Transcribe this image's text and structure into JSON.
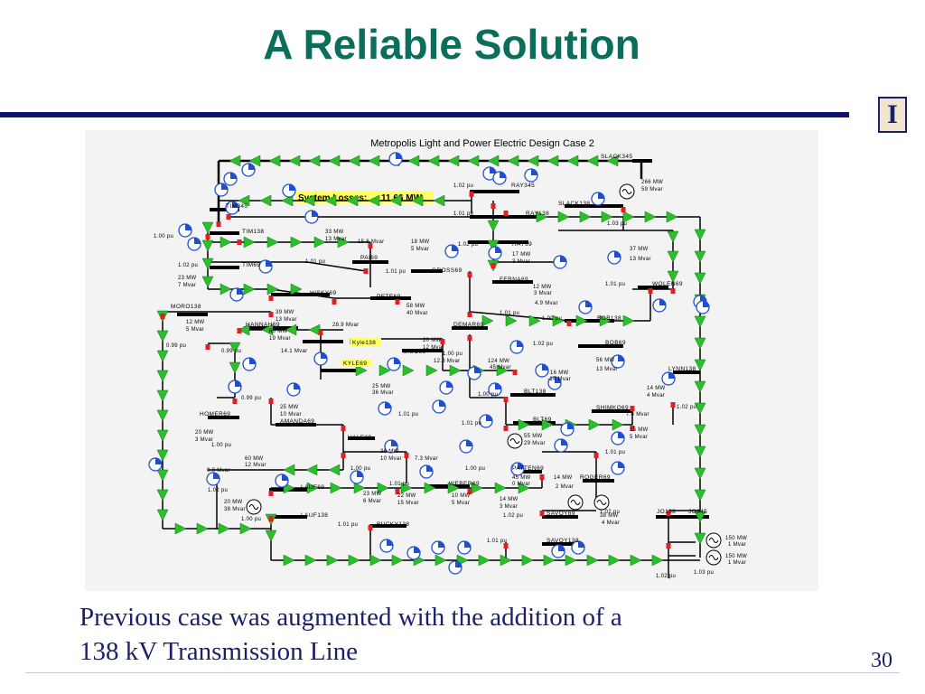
{
  "slide": {
    "title": "A Reliable Solution",
    "caption_line1": "Previous case was augmented with the addition of a",
    "caption_line2": "138 kV Transmission Line",
    "page_number": "30",
    "logo_icon": "university-logo-icon"
  },
  "diagram": {
    "case_title": "Metropolis Light and Power Electric Design Case 2",
    "system_losses_label": "System Losses:",
    "system_losses_value": "11.66 MW",
    "colors": {
      "line": "#000000",
      "arrow": "#2bbf2b",
      "bus_marker": "#e02020",
      "gauge": "#1f4fd0",
      "highlight": "#ffff66",
      "panel": "#f3f3f3"
    },
    "buses": [
      "SLACK345",
      "RAY345",
      "SLACK138",
      "RAY138",
      "TIM345",
      "TIM138",
      "TIM69",
      "RAY69",
      "PAI69",
      "GROSS69",
      "FERNA69",
      "WOLEN69",
      "HISKY69",
      "PETE69",
      "MORO138",
      "BOB138",
      "HANNAH69",
      "DEMAR69",
      "Kyle138",
      "UIUC69",
      "BOB69",
      "KYLE69",
      "LYNN138",
      "BLT138",
      "SHIMKO69",
      "HOMER69",
      "AMANDA69",
      "BLT69",
      "HALE69",
      "PATTEN69",
      "ROGER69",
      "LAUF69",
      "WEBER69",
      "LAUF138",
      "SAVOY69",
      "BUCKY138",
      "JO138",
      "JO345",
      "SAVOY138"
    ],
    "labels": [
      "266 MW",
      "59 Mvar",
      "1.02 pu",
      "1.01 pu",
      "1.03 pu",
      "1.00 pu",
      "33 MW",
      "13 Mvar",
      "15.8 Mvar",
      "18 MW",
      "5 Mvar",
      "1.02 pu",
      "37 MW",
      "13 Mvar",
      "1.01 pu",
      "17 MW",
      "3 Mvar",
      "1.01 pu",
      "1.02 pu",
      "23 MW",
      "7 Mvar",
      "12 MW",
      "3 Mvar",
      "1.01 pu",
      "4.9 Mvar",
      "58 MW",
      "40 Mvar",
      "1.01 pu",
      "39 MW",
      "13 Mvar",
      "1.00 pu",
      "12 MW",
      "5 Mvar",
      "28.9 Mvar",
      "60 MW",
      "19 Mvar",
      "0.99 pu",
      "0.99 pu",
      "14.1 Mvar",
      "20 MW",
      "12 Mvar",
      "1.00 pu",
      "12.8 Mvar",
      "1.02 pu",
      "124 MW",
      "45 Mvar",
      "56 MW",
      "13 Mvar",
      "16 MW",
      "-14 Mvar",
      "25 MW",
      "36 Mvar",
      "1.00 pu",
      "14 MW",
      "4 Mvar",
      "0.99 pu",
      "25 MW",
      "10 Mvar",
      "1.01 pu",
      "7.4 Mvar",
      "1.02 pu",
      "1.01 pu",
      "15 MW",
      "5 Mvar",
      "20 MW",
      "3 Mvar",
      "55 MW",
      "29 Mvar",
      "1.00 pu",
      "36 MW",
      "10 Mvar",
      "7.3 Mvar",
      "1.01 pu",
      "60 MW",
      "12 Mvar",
      "0.0 Mvar",
      "1.00 pu",
      "1.00 pu",
      "45 MW",
      "0 Mvar",
      "14 MW",
      "2 Mvar",
      "1.01 pu",
      "1.02 pu",
      "23 MW",
      "6 Mvar",
      "22 MW",
      "15 Mvar",
      "10 MW",
      "5 Mvar",
      "14 MW",
      "3 Mvar",
      "20 MW",
      "38 Mvar",
      "1.02 pu",
      "1.02 pu",
      "38 MW",
      "4 Mvar",
      "1.00 pu",
      "1.01 pu",
      "1.01 pu",
      "150 MW",
      "1 Mvar",
      "150 MW",
      "1 Mvar",
      "1.02 pu",
      "1.03 pu"
    ]
  }
}
